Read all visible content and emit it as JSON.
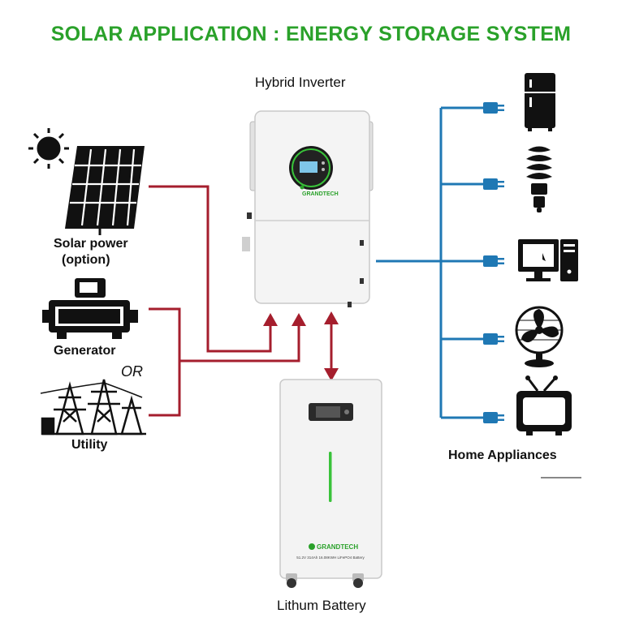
{
  "title": "SOLAR APPLICATION : ENERGY STORAGE SYSTEM",
  "labels": {
    "inverter": "Hybrid Inverter",
    "solar_line1": "Solar power",
    "solar_line2": "(option)",
    "generator": "Generator",
    "or": "OR",
    "utility": "Utility",
    "home": "Home Appliances",
    "battery": "Lithum Battery"
  },
  "brand": {
    "inverter": "GRANDTECH",
    "battery": "GRANDTECH",
    "battery_spec": "51.2V 314Ah 16.08KWH LiFePO4 Battery"
  },
  "colors": {
    "title": "#2aa12a",
    "ac_input_wire": "#a51e2d",
    "output_wire": "#1f78b4",
    "battery_led": "#39c23a",
    "device_body": "#f3f3f3"
  },
  "appliances": [
    "fridge-icon",
    "cfl-bulb-icon",
    "computer-icon",
    "fan-icon",
    "tv-icon"
  ]
}
